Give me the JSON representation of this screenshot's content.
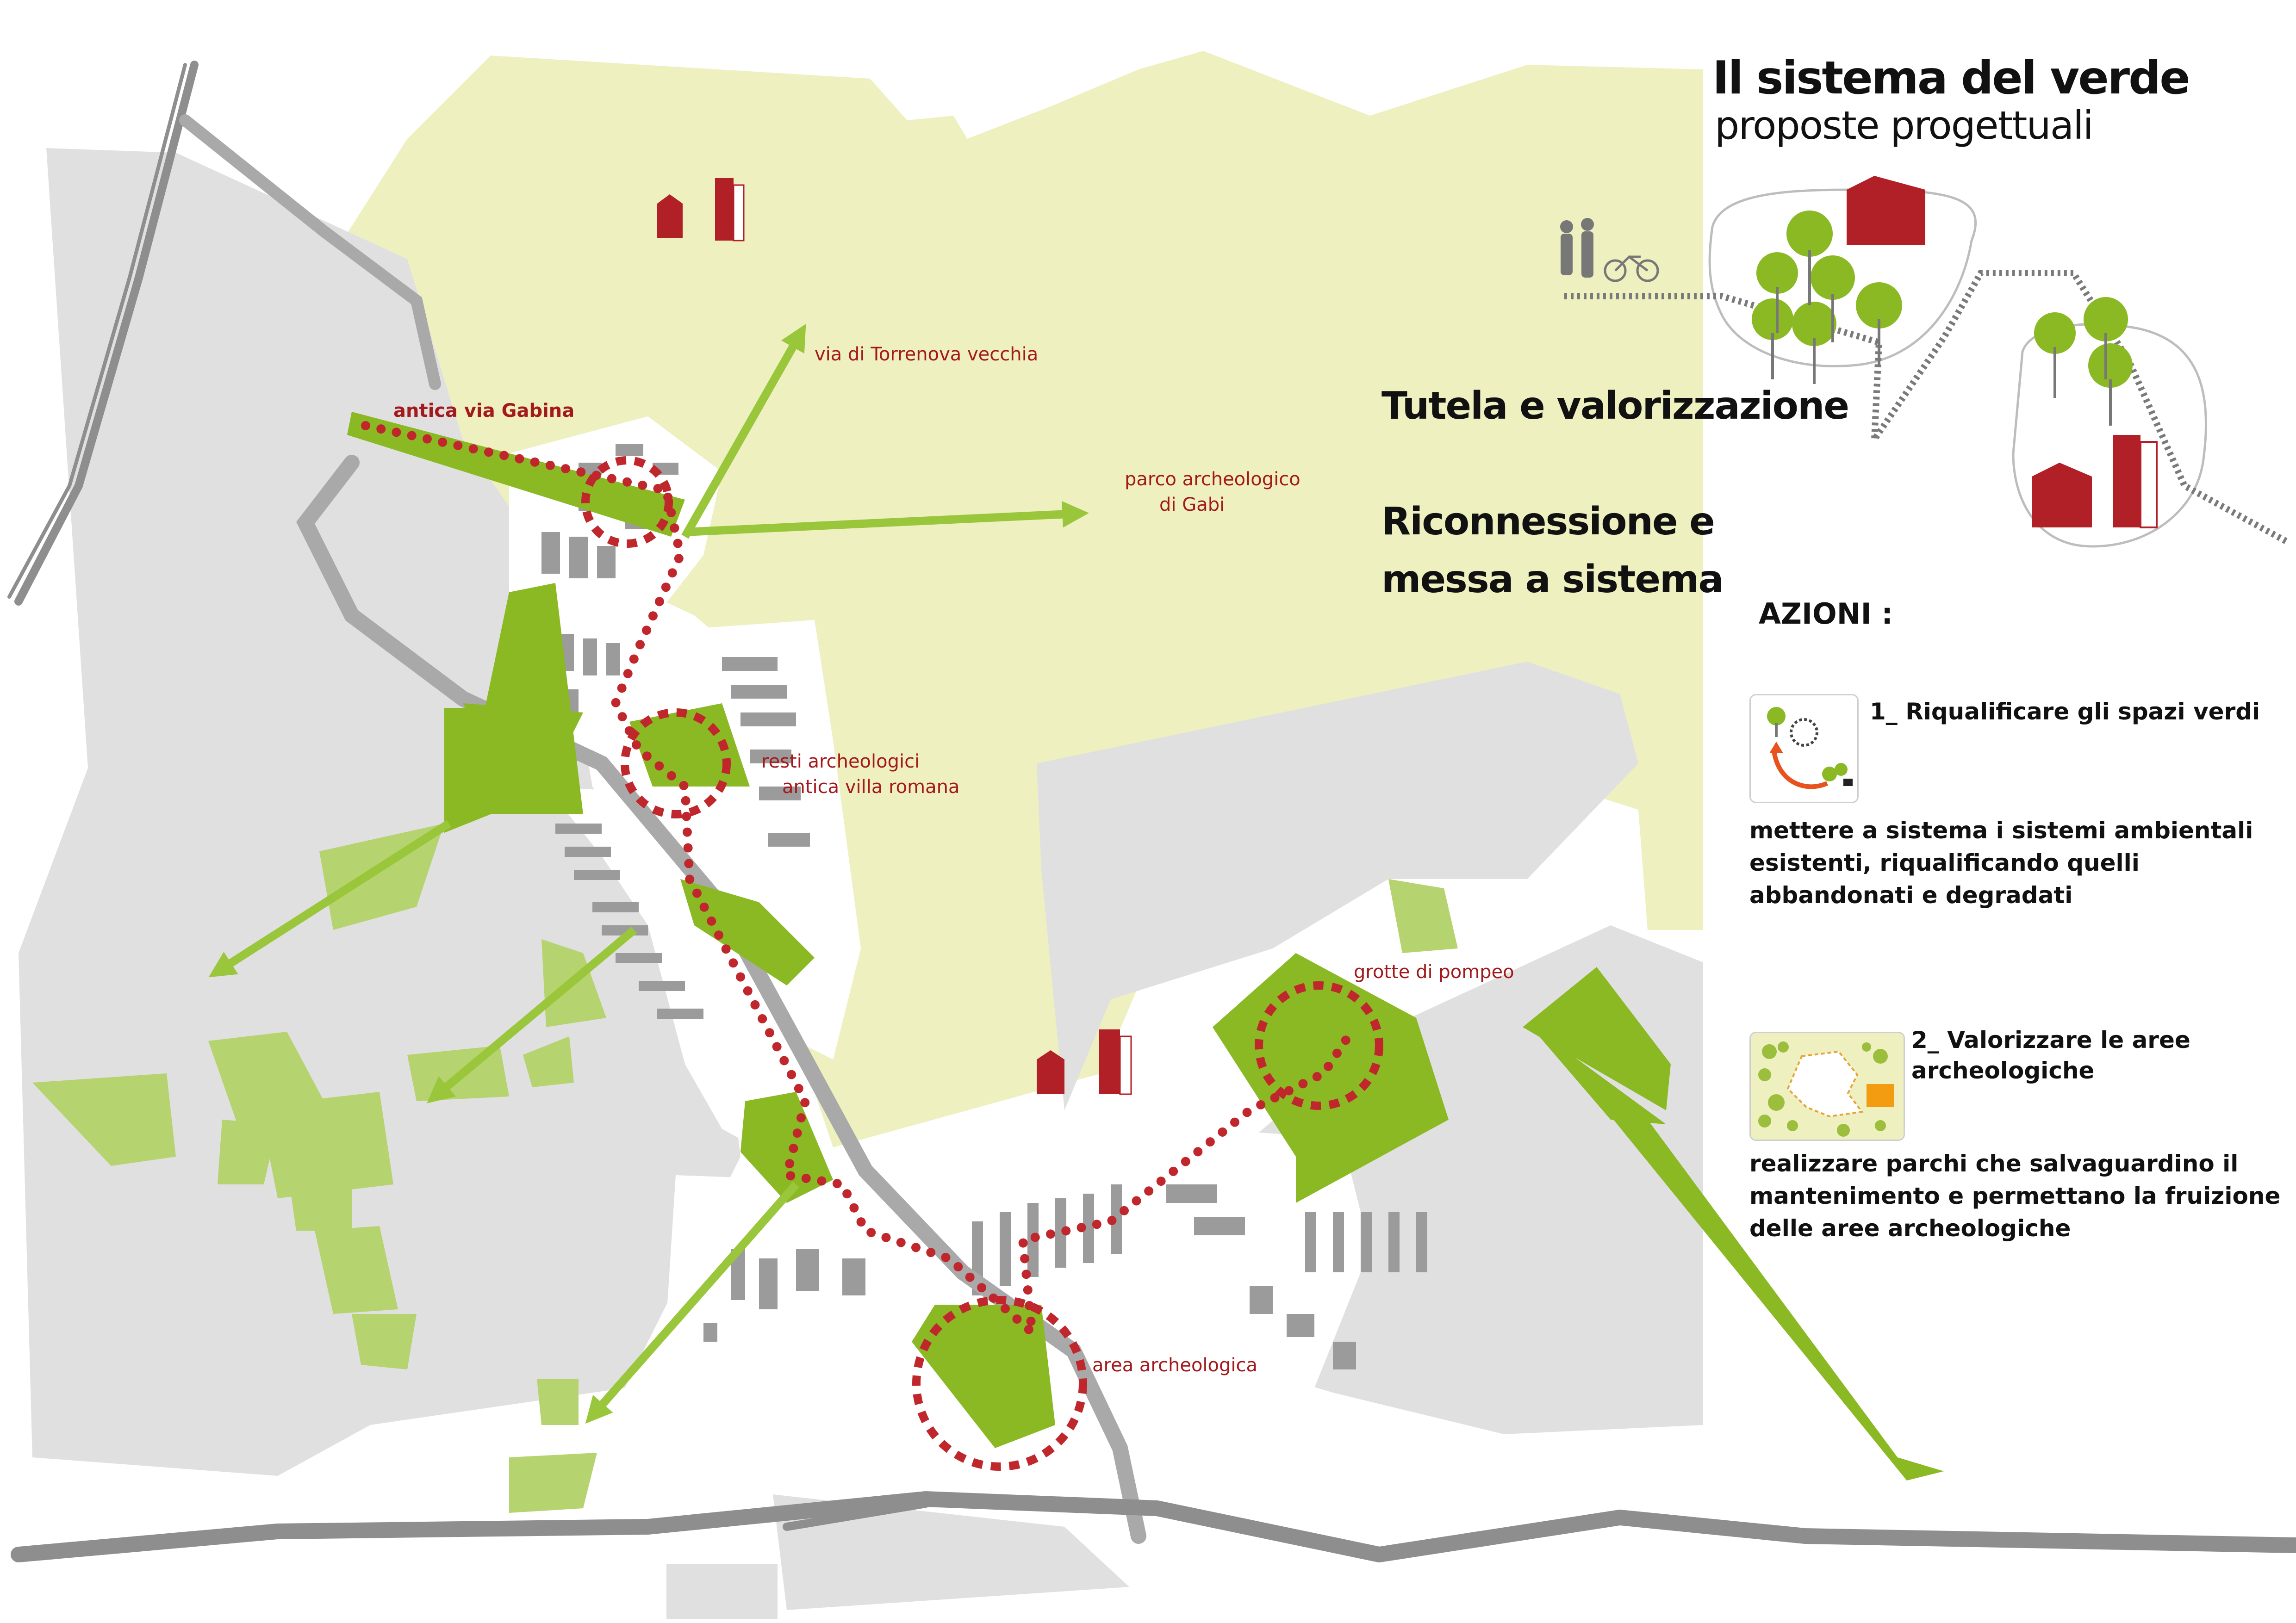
{
  "title": {
    "line1": "Il sistema del verde",
    "line2": "proposte progettuali"
  },
  "headings": {
    "tutela": "Tutela e valorizzazione",
    "riconnessione_1": "Riconnessione e",
    "riconnessione_2": "messa a sistema"
  },
  "azioni": {
    "label": "AZIONI :",
    "items": [
      {
        "title": "1_ Riqualificare gli spazi verdi",
        "description": "mettere a sistema i sistemi ambientali esistenti, riqualificando quelli abbandonati e degradati",
        "icon": "green-spaces-requalify-icon"
      },
      {
        "title": "2_ Valorizzare le aree archeologiche",
        "description": "realizzare parchi che salvaguardino il mantenimento e permettano la fruizione delle aree archeologiche",
        "icon": "archaeological-park-icon"
      }
    ]
  },
  "map_labels": {
    "via_torrenova": "via di Torrenova vecchia",
    "antica_via_gabina": "antica via Gabina",
    "parco_gabi_1": "parco archeologico",
    "parco_gabi_2": "di Gabi",
    "resti_1": "resti archeologici",
    "resti_2": "antica villa romana",
    "grotte_pompeo": "grotte di pompeo",
    "area_archeologica": "area archeologica"
  },
  "colors": {
    "pale_green": "#eef0c0",
    "green": "#8ab924",
    "light_green": "#b5d36e",
    "grey_block": "#e0e0e0",
    "building": "#9b9b9b",
    "path_red": "#c0272d",
    "label_red": "#a3191c",
    "road": "#a9a9a9"
  }
}
